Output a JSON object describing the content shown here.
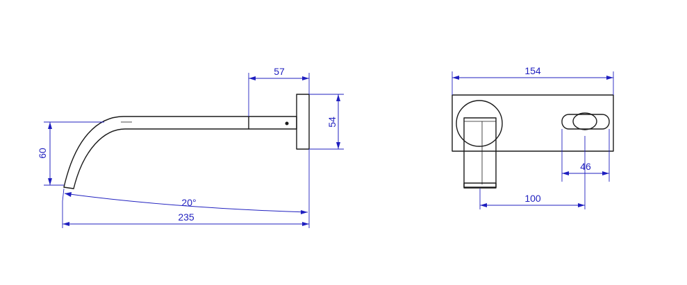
{
  "dimensions": {
    "d57": "57",
    "d54": "54",
    "d60": "60",
    "angle": "20°",
    "d235": "235",
    "d154": "154",
    "d46": "46",
    "d100": "100"
  },
  "colors": {
    "dimension": "#1f1fbf",
    "outline": "#1a1a1a",
    "background": "#ffffff"
  }
}
